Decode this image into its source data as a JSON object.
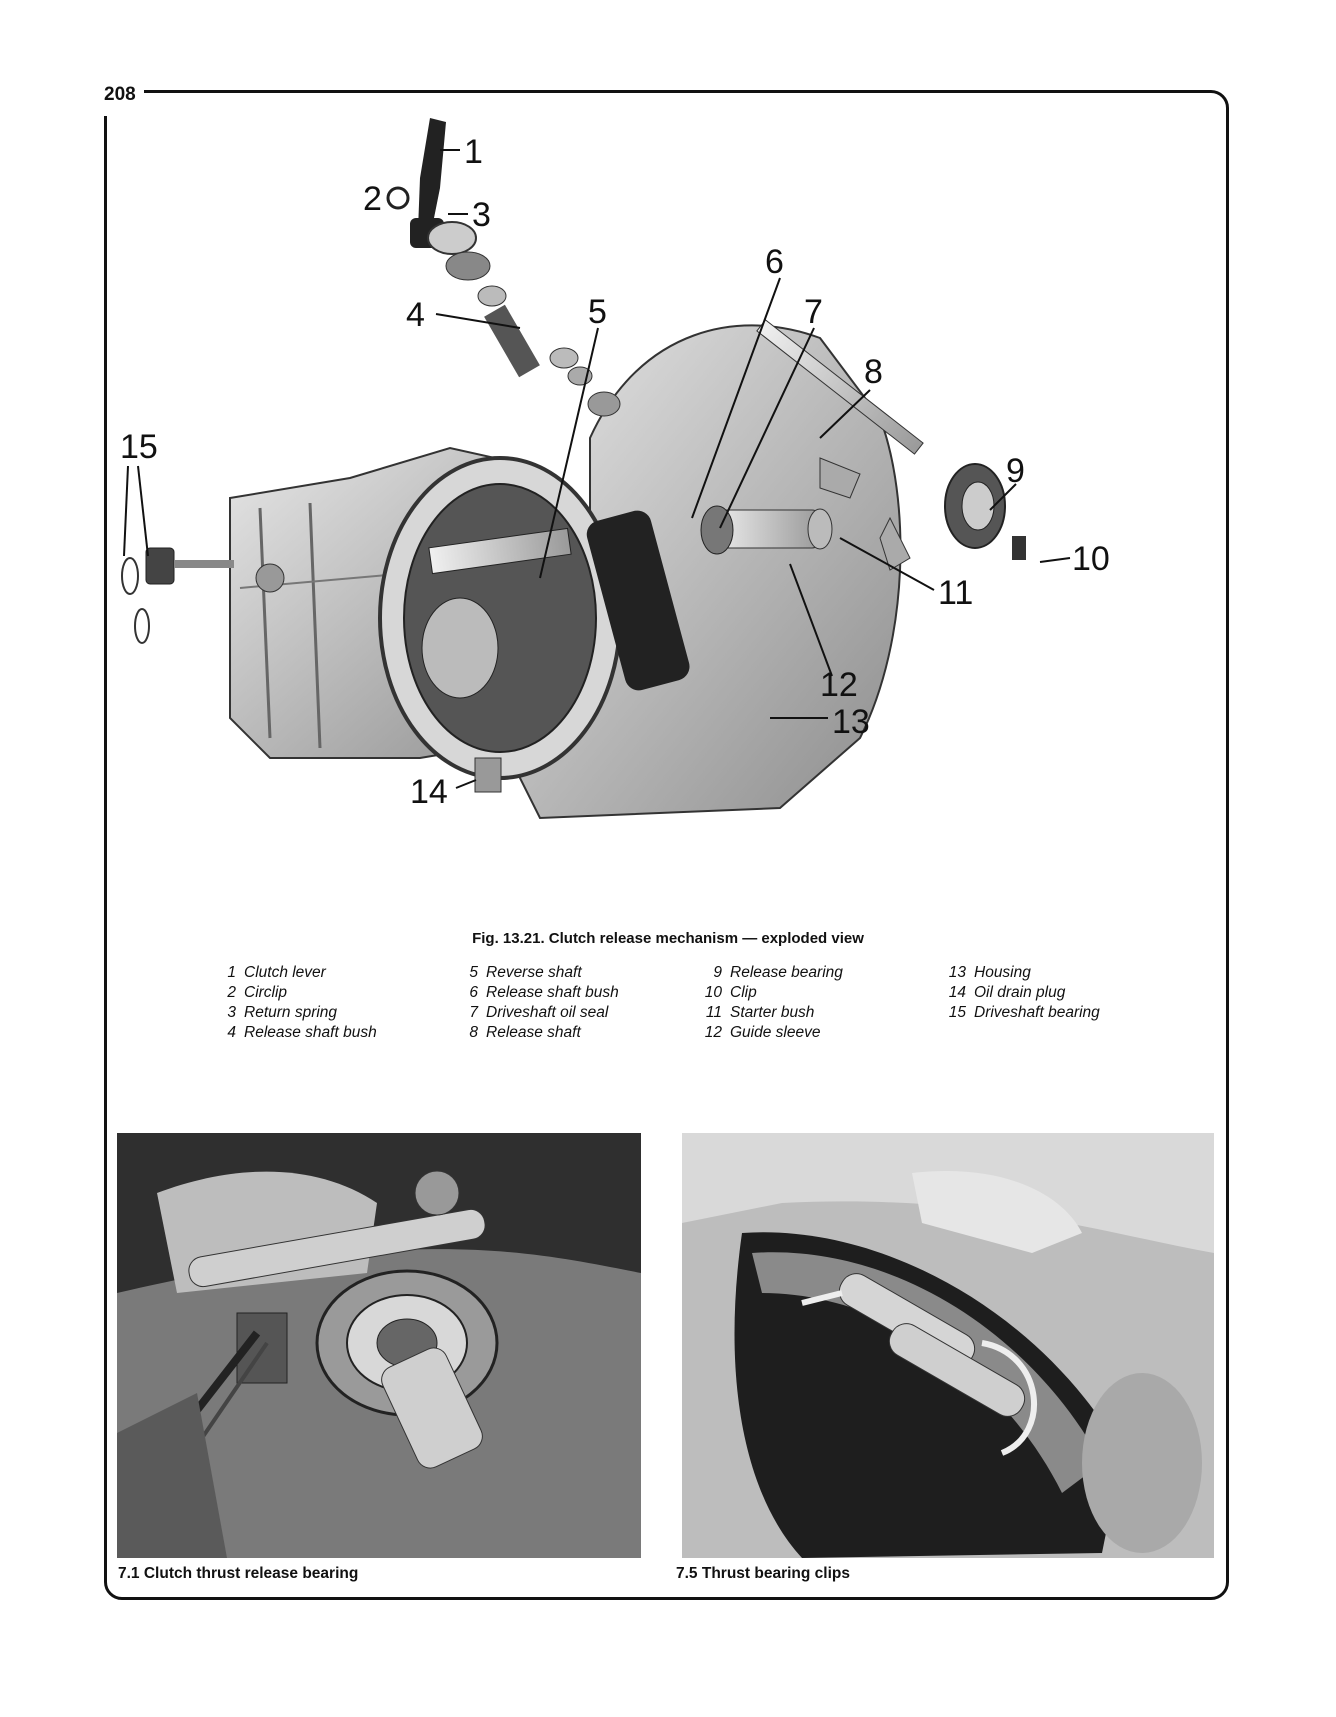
{
  "page": {
    "number": "208"
  },
  "figure": {
    "caption": "Fig. 13.21. Clutch release mechanism — exploded view",
    "callouts": [
      "1",
      "2",
      "3",
      "4",
      "5",
      "6",
      "7",
      "8",
      "9",
      "10",
      "11",
      "12",
      "13",
      "14",
      "15"
    ]
  },
  "legend": {
    "columns": [
      [
        {
          "num": "1",
          "label": "Clutch lever"
        },
        {
          "num": "2",
          "label": "Circlip"
        },
        {
          "num": "3",
          "label": "Return spring"
        },
        {
          "num": "4",
          "label": "Release shaft bush"
        }
      ],
      [
        {
          "num": "5",
          "label": "Reverse shaft"
        },
        {
          "num": "6",
          "label": "Release shaft bush"
        },
        {
          "num": "7",
          "label": "Driveshaft oil seal"
        },
        {
          "num": "8",
          "label": "Release shaft"
        }
      ],
      [
        {
          "num": "9",
          "label": "Release bearing"
        },
        {
          "num": "10",
          "label": "Clip"
        },
        {
          "num": "11",
          "label": "Starter bush"
        },
        {
          "num": "12",
          "label": "Guide sleeve"
        }
      ],
      [
        {
          "num": "13",
          "label": "Housing"
        },
        {
          "num": "14",
          "label": "Oil drain plug"
        },
        {
          "num": "15",
          "label": "Driveshaft bearing"
        }
      ]
    ]
  },
  "photos": {
    "left_caption": "7.1 Clutch thrust release bearing",
    "right_caption": "7.5 Thrust bearing clips"
  }
}
